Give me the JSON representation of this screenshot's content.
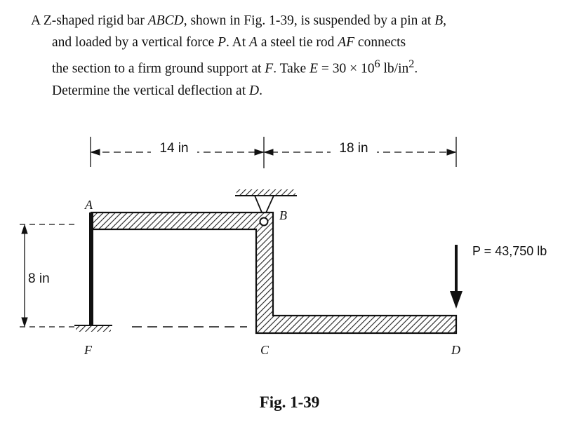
{
  "problem": {
    "line1_a": "A Z-shaped rigid bar ",
    "line1_b": "ABCD",
    "line1_c": ", shown in Fig. 1-39, is suspended by a pin at ",
    "line1_d": "B",
    "line1_e": ",",
    "line2_a": "and loaded by a vertical force ",
    "line2_b": "P",
    "line2_c": ". At ",
    "line2_d": "A",
    "line2_e": " a steel tie rod ",
    "line2_f": "AF",
    "line2_g": " connects",
    "line3_a": "the section to a firm ground support at ",
    "line3_b": "F",
    "line3_c": ". Take ",
    "line3_d": "E",
    "line3_e": " = 30 × 10",
    "line3_f": "6",
    "line3_g": " lb/in",
    "line3_h": "2",
    "line3_i": ".",
    "line4_a": "Determine the vertical deflection at ",
    "line4_b": "D",
    "line4_c": "."
  },
  "figure": {
    "dim_ab": "14 in",
    "dim_bd": "18 in",
    "dim_af": "8 in",
    "label_a": "A",
    "label_b": "B",
    "label_c": "C",
    "label_d": "D",
    "label_f": "F",
    "force_label": "P = 43,750 lb",
    "caption": "Fig. 1-39"
  },
  "colors": {
    "ink": "#111111",
    "hatch": "#222222",
    "background": "#ffffff"
  }
}
